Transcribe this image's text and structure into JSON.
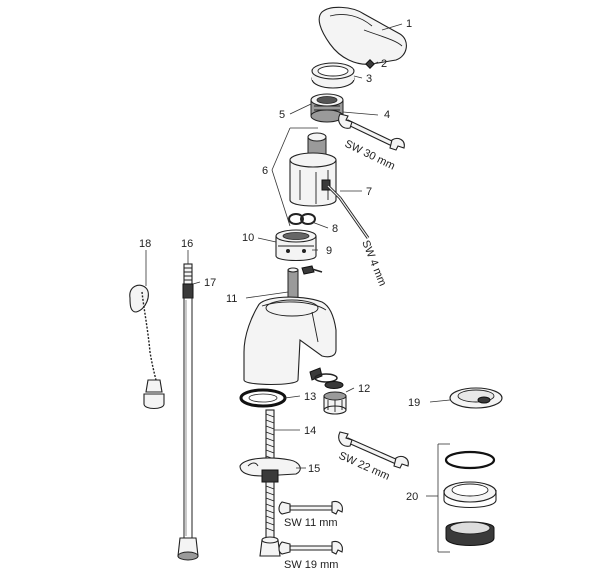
{
  "diagram": {
    "callouts": [
      {
        "id": "1",
        "label": "1"
      },
      {
        "id": "2",
        "label": "2"
      },
      {
        "id": "3",
        "label": "3"
      },
      {
        "id": "4",
        "label": "4"
      },
      {
        "id": "5",
        "label": "5"
      },
      {
        "id": "6",
        "label": "6"
      },
      {
        "id": "7",
        "label": "7"
      },
      {
        "id": "8",
        "label": "8"
      },
      {
        "id": "9",
        "label": "9"
      },
      {
        "id": "10",
        "label": "10"
      },
      {
        "id": "11",
        "label": "11"
      },
      {
        "id": "12",
        "label": "12"
      },
      {
        "id": "13",
        "label": "13"
      },
      {
        "id": "14",
        "label": "14"
      },
      {
        "id": "15",
        "label": "15"
      },
      {
        "id": "16",
        "label": "16"
      },
      {
        "id": "17",
        "label": "17"
      },
      {
        "id": "18",
        "label": "18"
      },
      {
        "id": "19",
        "label": "19"
      },
      {
        "id": "20",
        "label": "20"
      }
    ],
    "wrenches": {
      "sw30": "SW 30 mm",
      "sw4": "SW 4 mm",
      "sw22": "SW 22 mm",
      "sw11": "SW 11 mm",
      "sw19": "SW 19 mm"
    }
  }
}
